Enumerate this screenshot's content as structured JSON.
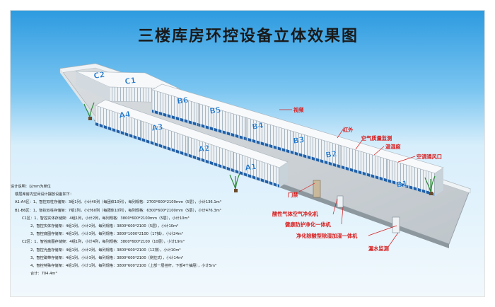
{
  "title": "三楼库房环控设备立体效果图",
  "zones": [
    "C2",
    "C1",
    "B6",
    "B5",
    "B4",
    "B3",
    "B2",
    "B1",
    "A4",
    "A3",
    "A2",
    "A1"
  ],
  "callouts": {
    "video": "视频",
    "infrared": "红外",
    "air_quality": "空气质量监测",
    "temp_humidity": "温湿度",
    "ac_vent": "空调通风口",
    "access": "门禁",
    "acid_purifier": "酸性气体空气净化机",
    "health_purifier": "健康防护净化一体机",
    "dehumid_purifier": "净化除酸型除湿加湿一体机",
    "leak_detect": "漏水监测"
  },
  "notes": [
    {
      "text": "设计说明：以mm为单位",
      "level": 1
    },
    {
      "text": "楼层库房内空间设计摆放设备如下：",
      "level": 4
    },
    {
      "text": "A1-A4区：1、智控双柱存储架：3组1列，小计40列（每团体10列），每列规格：2700*600*2100mm（5层），小计136.1m³",
      "level": 4
    },
    {
      "text": "B1-B6区：1、智控双柱存储架：7组1列，小计60列（每团体10列），每列规格：6300*600*2100mm（5层），小计476.3m³",
      "level": 4
    },
    {
      "text": "C1区：1、智控实体存储架：4组1列，小计2列，每列规格：3800*600*2100mm（5层），小计10m³",
      "level": 2
    },
    {
      "text": "2、智控实体存储架：4组1列，小计2列，每列规格：3800*600*2100（5层），小计10m³",
      "level": 3
    },
    {
      "text": "3、智控底图存储架：4组1列，小计3列，每列规格：3800*1000*2100（17抽），小计24m³",
      "level": 3
    },
    {
      "text": "C2区：1、智控底图存储架：4组1列，小计4列，每列规格：3800*600*2100（10层），小计19m³",
      "level": 2
    },
    {
      "text": "2、智控光盘存储架：4组1列，小计2列，每列规格：3800*600*2100（12排），小计10m³",
      "level": 3
    },
    {
      "text": "3、智控磁带存储架：4组1列，小计3列，每列规格：3800*600*2100（侧拉式），小计14m³",
      "level": 3
    },
    {
      "text": "4、智控特殊存储架：4组1列，小计1列，每列规格：3800*600*2100（上部一层挂杆，下部4个抽屉），小计5m³",
      "level": 3
    },
    {
      "text": "合计：704.4m³",
      "level": 3
    }
  ],
  "colors": {
    "accent": "#d81b1b",
    "sky": "#2d9be0",
    "shelf": "#e9eef2",
    "shelf_shade": "#b9c6d0",
    "zone_label": "#1a73c9"
  }
}
